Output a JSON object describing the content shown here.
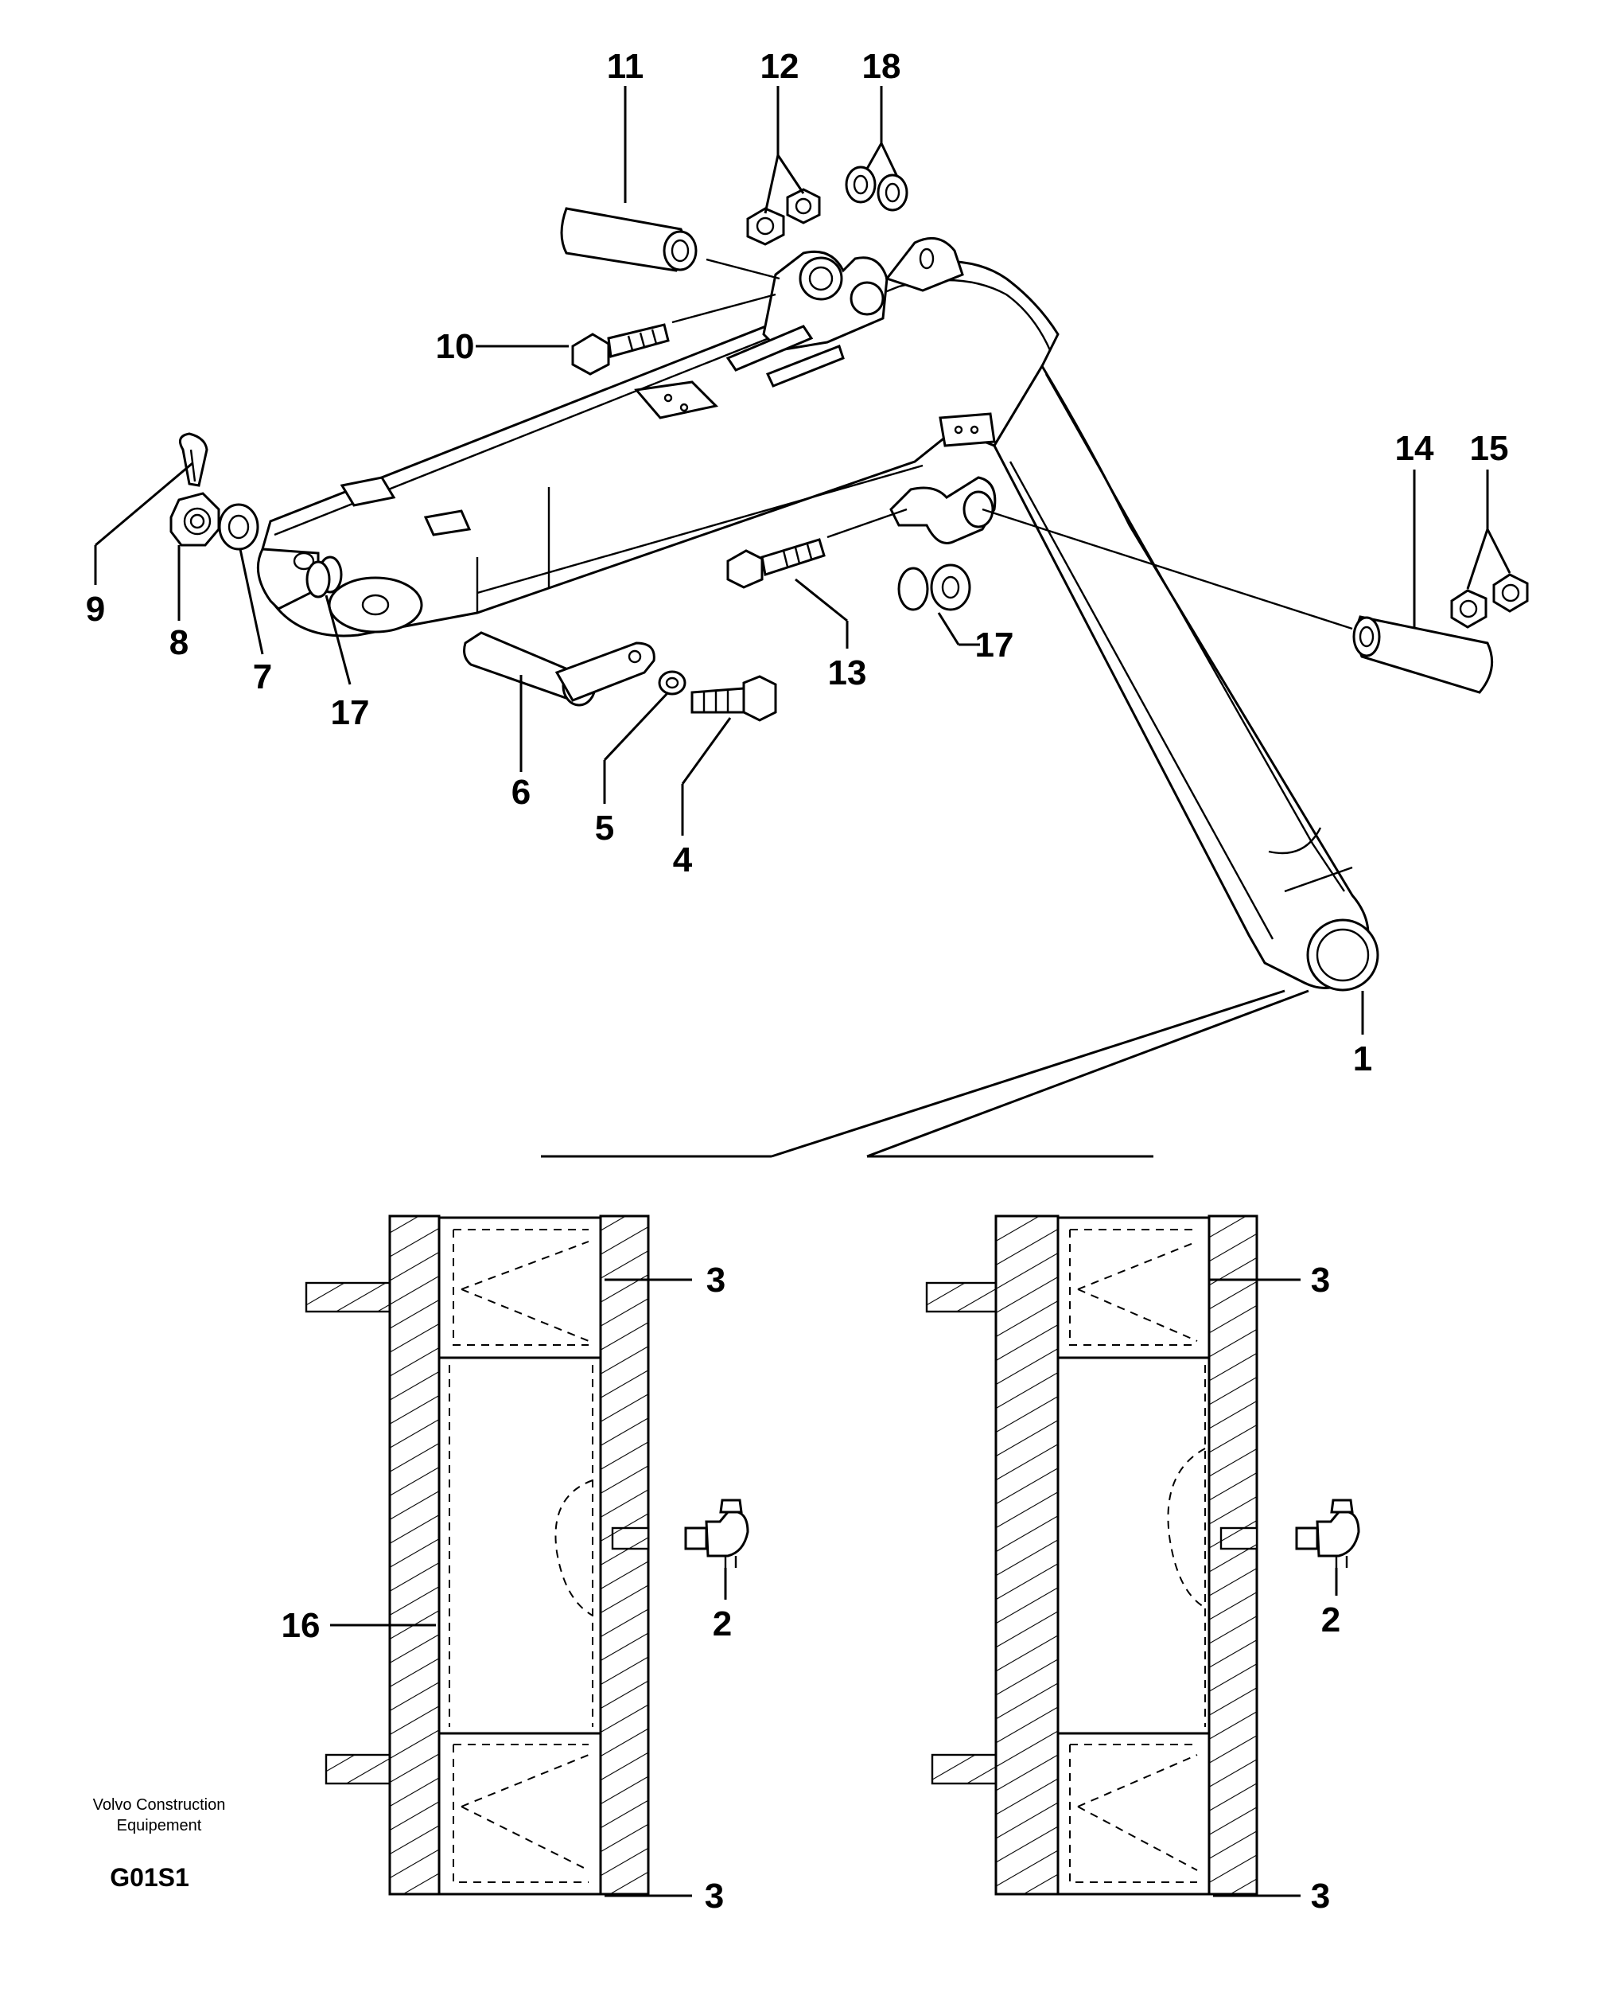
{
  "callouts": {
    "c1": "1",
    "c2a": "2",
    "c2b": "2",
    "c3a": "3",
    "c3b": "3",
    "c3c": "3",
    "c3d": "3",
    "c4": "4",
    "c5": "5",
    "c6": "6",
    "c7": "7",
    "c8": "8",
    "c9": "9",
    "c10": "10",
    "c11": "11",
    "c12": "12",
    "c13": "13",
    "c14": "14",
    "c15": "15",
    "c16": "16",
    "c17a": "17",
    "c17b": "17",
    "c18": "18"
  },
  "footer": {
    "brand_line1": "Volvo Construction",
    "brand_line2": "Equipement",
    "drawing_code": "G01S1"
  }
}
